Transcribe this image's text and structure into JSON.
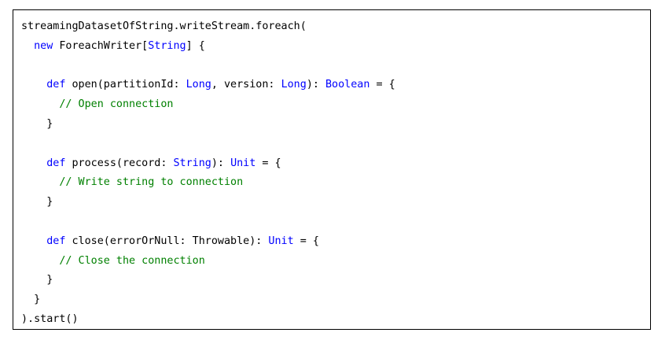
{
  "colors": {
    "text": "#000000",
    "keyword": "#0000ff",
    "comment": "#008000",
    "border": "#000000",
    "background": "#ffffff"
  },
  "code_lines": [
    [
      {
        "t": "streamingDatasetOfString.writeStream.foreach(",
        "k": "plain"
      }
    ],
    [
      {
        "t": "  ",
        "k": "plain"
      },
      {
        "t": "new",
        "k": "keyword"
      },
      {
        "t": " ForeachWriter[",
        "k": "plain"
      },
      {
        "t": "String",
        "k": "keyword"
      },
      {
        "t": "] {",
        "k": "plain"
      }
    ],
    [],
    [
      {
        "t": "    ",
        "k": "plain"
      },
      {
        "t": "def",
        "k": "keyword"
      },
      {
        "t": " open(partitionId: ",
        "k": "plain"
      },
      {
        "t": "Long",
        "k": "keyword"
      },
      {
        "t": ", version: ",
        "k": "plain"
      },
      {
        "t": "Long",
        "k": "keyword"
      },
      {
        "t": "): ",
        "k": "plain"
      },
      {
        "t": "Boolean",
        "k": "keyword"
      },
      {
        "t": " = {",
        "k": "plain"
      }
    ],
    [
      {
        "t": "      ",
        "k": "plain"
      },
      {
        "t": "// Open connection",
        "k": "comment"
      }
    ],
    [
      {
        "t": "    }",
        "k": "plain"
      }
    ],
    [],
    [
      {
        "t": "    ",
        "k": "plain"
      },
      {
        "t": "def",
        "k": "keyword"
      },
      {
        "t": " process(record: ",
        "k": "plain"
      },
      {
        "t": "String",
        "k": "keyword"
      },
      {
        "t": "): ",
        "k": "plain"
      },
      {
        "t": "Unit",
        "k": "keyword"
      },
      {
        "t": " = {",
        "k": "plain"
      }
    ],
    [
      {
        "t": "      ",
        "k": "plain"
      },
      {
        "t": "// Write string to connection",
        "k": "comment"
      }
    ],
    [
      {
        "t": "    }",
        "k": "plain"
      }
    ],
    [],
    [
      {
        "t": "    ",
        "k": "plain"
      },
      {
        "t": "def",
        "k": "keyword"
      },
      {
        "t": " close(errorOrNull: Throwable): ",
        "k": "plain"
      },
      {
        "t": "Unit",
        "k": "keyword"
      },
      {
        "t": " = {",
        "k": "plain"
      }
    ],
    [
      {
        "t": "      ",
        "k": "plain"
      },
      {
        "t": "// Close the connection",
        "k": "comment"
      }
    ],
    [
      {
        "t": "    }",
        "k": "plain"
      }
    ],
    [
      {
        "t": "  }",
        "k": "plain"
      }
    ],
    [
      {
        "t": ").start()",
        "k": "plain"
      }
    ]
  ]
}
